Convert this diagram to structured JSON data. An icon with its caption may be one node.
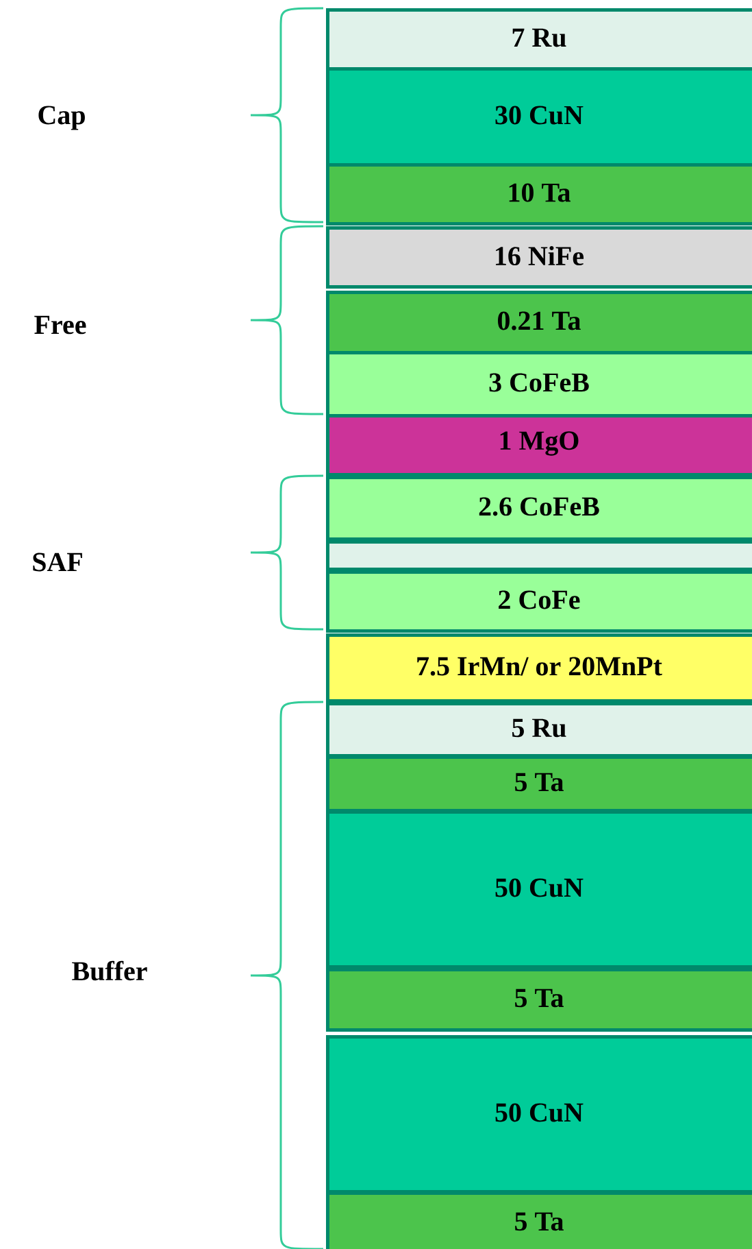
{
  "diagram": {
    "nodes": [
      {
        "text": [
          "7 Ru"
        ]
      },
      {
        "text": [
          "30 CuN"
        ]
      },
      {
        "text": [
          "10 Ta"
        ]
      },
      {
        "text": [
          "16 NiFe"
        ]
      },
      {
        "text": [
          "0.21 Ta"
        ]
      },
      {
        "text": [
          "3 CoFeB"
        ]
      },
      {
        "text": [
          "1 MgO"
        ]
      },
      {
        "text": [
          "2.6 CoFeB"
        ]
      },
      {
        "text": [],
        "shape": "box"
      },
      {
        "text": [
          "2 CoFe"
        ]
      },
      {
        "text": [
          "7.5 IrMn/ or 20MnPt"
        ]
      },
      {
        "text": [
          "5 Ru"
        ]
      },
      {
        "text": [
          "5 Ta"
        ]
      },
      {
        "text": [
          "50 CuN"
        ]
      },
      {
        "text": [
          "5 Ta"
        ]
      },
      {
        "text": [
          "50 CuN"
        ]
      },
      {
        "text": [
          "5 Ta"
        ]
      }
    ],
    "labels": [
      "Cap",
      "Free",
      "SAF",
      "Buffer"
    ]
  }
}
